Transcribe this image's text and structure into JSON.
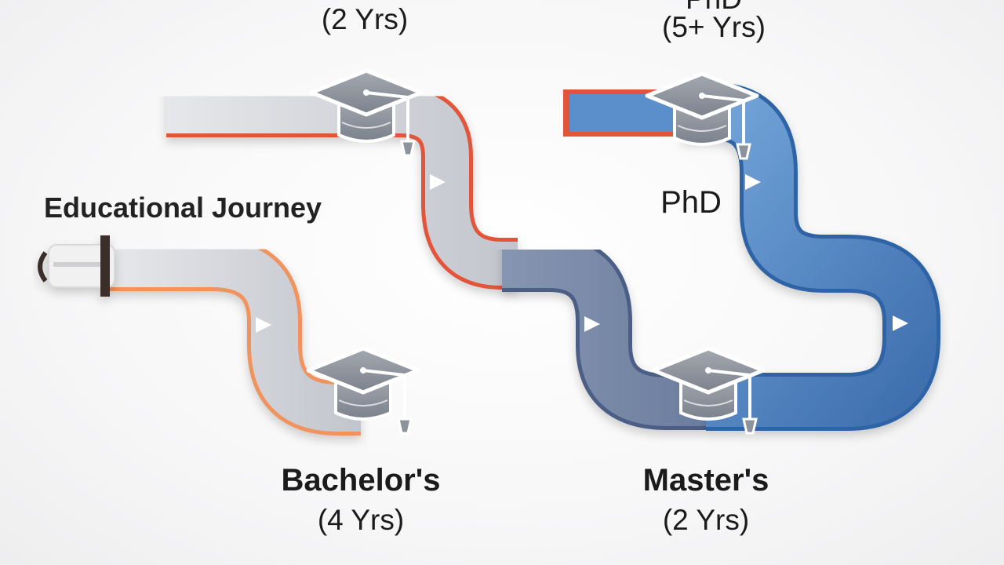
{
  "title": "Educational Journey",
  "stages": {
    "bachelors": {
      "name": "Bachelor's",
      "duration": "(4 Yrs)"
    },
    "masters": {
      "name": "Master's",
      "duration": "(2 Yrs)"
    },
    "upper_left": {
      "duration": "(2 Yrs)"
    },
    "phd": {
      "name": "PhD",
      "duration": "(5+ Yrs)"
    }
  },
  "icons": [
    "graduation-cap-icon",
    "scroll-icon",
    "arrow-icon"
  ],
  "colors": {
    "path_gray": "#c9ccd2",
    "path_steel": "#7a89a6",
    "path_blue": "#4f7fbe",
    "path_light_blue": "#6fa3d8",
    "outline_orange": "#f07a4a",
    "outline_red": "#e2553a",
    "outline_blue": "#2f63a6",
    "cap": "#8d939c"
  }
}
